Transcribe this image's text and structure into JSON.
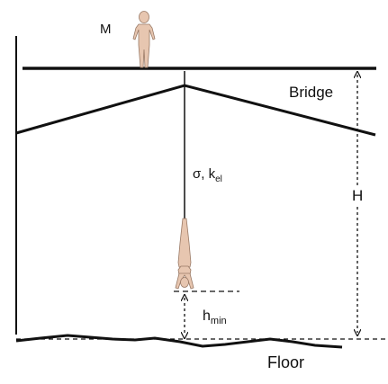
{
  "labels": {
    "mass": "M",
    "bridge": "Bridge",
    "rope_sigma": "σ, k",
    "rope_sub": "el",
    "height": "H",
    "hmin_main": "h",
    "hmin_sub": "min",
    "floor": "Floor"
  },
  "colors": {
    "line": "#111111",
    "skin": "#e7c6b0",
    "skin_outline": "#9a7a66"
  }
}
